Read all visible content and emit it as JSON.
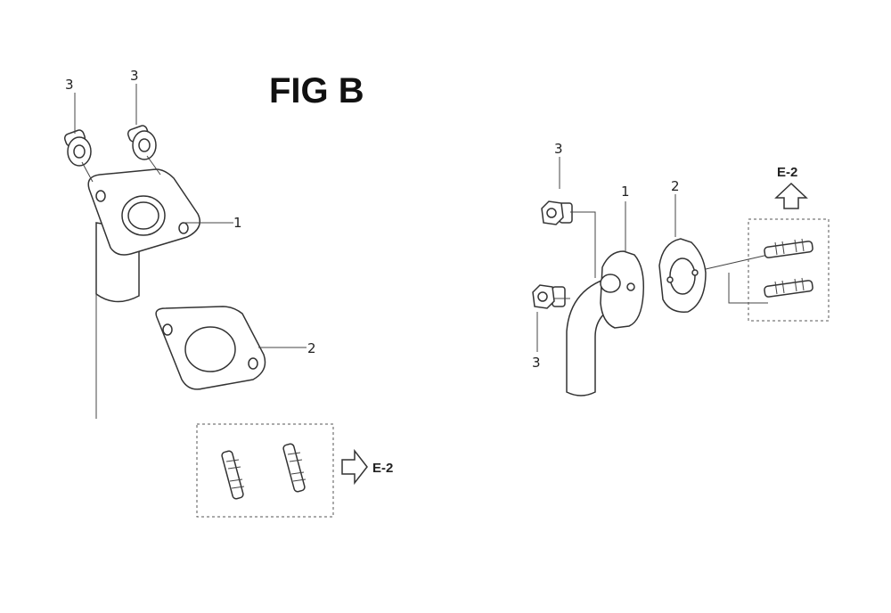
{
  "diagram": {
    "title": "FIG B",
    "left_assembly": {
      "callouts": {
        "bolt_a": "3",
        "bolt_b": "3",
        "elbow": "1",
        "gasket": "2"
      },
      "reference": "E-2"
    },
    "right_assembly": {
      "callouts": {
        "bolt_top": "3",
        "elbow": "1",
        "gasket": "2",
        "bolt_bottom": "3"
      },
      "reference": "E-2"
    }
  }
}
